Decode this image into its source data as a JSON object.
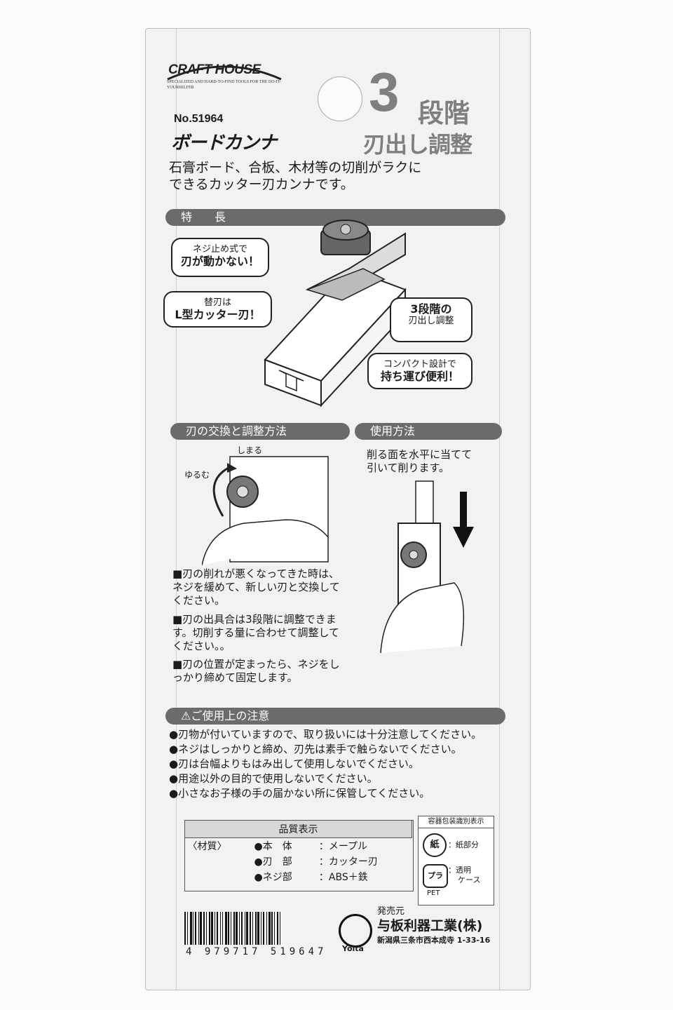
{
  "brand": {
    "name": "CRAFT HOUSE",
    "tagline": "SPECIALIZED AND HARD-TO-FIND TOOLS FOR THE DO-IT-YOURSELFER"
  },
  "product": {
    "model": "No.51964",
    "name": "ボードカンナ",
    "headline_big": "3",
    "headline_suffix": "段階",
    "headline_line2": "刃出し調整",
    "description_1": "石膏ボード、合板、木材等の切削がラクに",
    "description_2": "できるカッター刃カンナです。"
  },
  "features": {
    "heading": "特　　長",
    "callouts": [
      {
        "line1": "ネジ止め式で",
        "line2": "刃が動かない！"
      },
      {
        "line1": "替刃は",
        "line2": "L型カッター刃！"
      },
      {
        "line1": "3段階の",
        "line2": "刃出し調整"
      },
      {
        "line1": "コンパクト設計で",
        "line2": "持ち運び便利！"
      }
    ]
  },
  "blade_section": {
    "heading": "刃の交換と調整方法",
    "label_tighten": "しまる",
    "label_loosen": "ゆるむ",
    "notes": [
      "■刃の削れが悪くなってきた時は、ネジを緩めて、新しい刃と交換してください。",
      "■刃の出具合は3段階に調整できます。切削する量に合わせて調整してください。。",
      "■刃の位置が定まったら、ネジをしっかり締めて固定します。"
    ]
  },
  "usage_section": {
    "heading": "使用方法",
    "text_1": "削る面を水平に当てて",
    "text_2": "引いて削ります。"
  },
  "caution": {
    "heading": "ご使用上の注意",
    "items": [
      "●刃物が付いていますので、取り扱いには十分注意してください。",
      "●ネジはしっかりと締め、刃先は素手で触らないでください。",
      "●刃は台幅よりもはみ出して使用しないでください。",
      "●用途以外の目的で使用しないでください。",
      "●小さなお子様の手の届かない所に保管してください。"
    ]
  },
  "quality": {
    "heading": "品質表示",
    "material_label": "〈材質〉",
    "rows": [
      {
        "part": "●本　体",
        "value": "：メープル"
      },
      {
        "part": "●刃　部",
        "value": "：カッター刃"
      },
      {
        "part": "●ネジ部",
        "value": "：ABS＋鉄"
      }
    ]
  },
  "recycling": {
    "heading": "容器包装識別表示",
    "paper_mark": "紙",
    "paper_label": "：紙部分",
    "plastic_mark": "プラ",
    "plastic_label_1": "：透明",
    "plastic_label_2": "ケース",
    "pet": "PET"
  },
  "barcode_number": "4 979717 519647",
  "seller": {
    "label": "発売元",
    "company": "与板利器工業(株)",
    "address": "新潟県三条市西本成寺 1-33-16",
    "logo_text": "Yoita"
  },
  "colors": {
    "band": "#6b6b6b",
    "headline_gray": "#7f7f7f",
    "card": "#f2f2f2"
  }
}
